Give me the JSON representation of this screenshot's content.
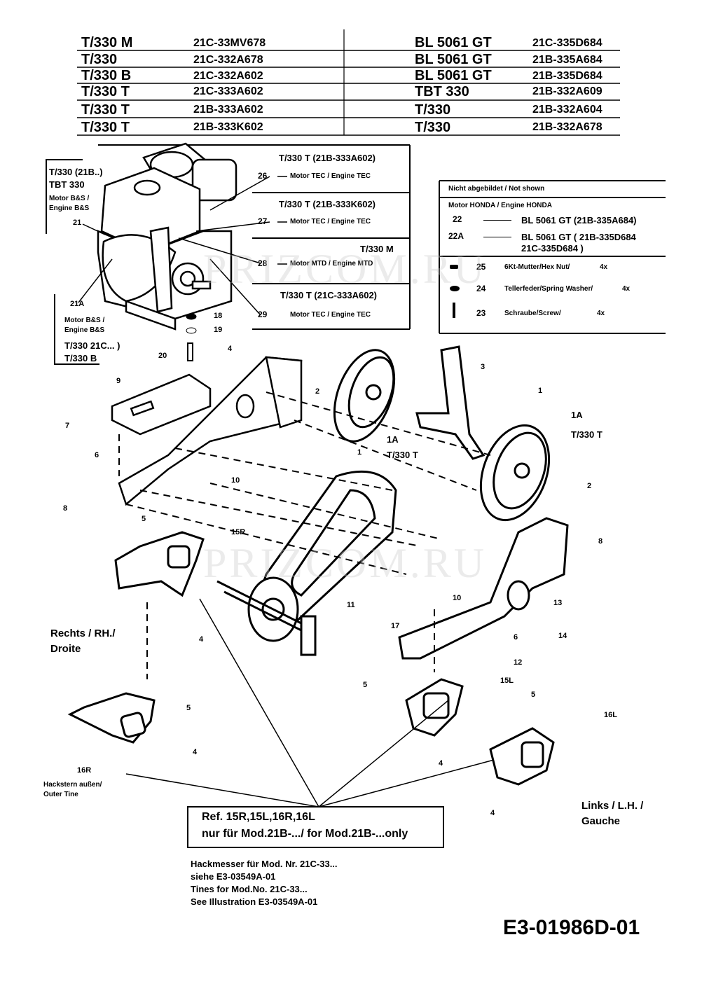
{
  "header_table": {
    "left": [
      {
        "model": "T/330 M",
        "part": "21C-33MV678"
      },
      {
        "model": "T/330",
        "part": "21C-332A678"
      },
      {
        "model": "T/330 B",
        "part": "21C-332A602"
      },
      {
        "model": "T/330 T",
        "part": "21C-333A602"
      },
      {
        "model": "T/330 T",
        "part": "21B-333A602"
      },
      {
        "model": "T/330 T",
        "part": "21B-333K602"
      }
    ],
    "right": [
      {
        "model": "BL 5061 GT",
        "part": "21C-335D684"
      },
      {
        "model": "BL 5061 GT",
        "part": "21B-335A684"
      },
      {
        "model": "BL 5061 GT",
        "part": "21B-335D684"
      },
      {
        "model": "TBT 330",
        "part": "21B-332A609"
      },
      {
        "model": "T/330",
        "part": "21B-332A604"
      },
      {
        "model": "T/330",
        "part": "21B-332A678"
      }
    ]
  },
  "engine_box_left": {
    "line1": "T/330 (21B..)",
    "line2": "TBT 330",
    "line3": "Motor B&S /",
    "line4": "Engine B&S"
  },
  "engine_box_bottom": {
    "line1": "Motor B&S /",
    "line2": "Engine B&S",
    "line3": "T/330 21C... )",
    "line4": "T/330 B"
  },
  "engine_table": {
    "rows": [
      {
        "model": "T/330 T  (21B-333A602)",
        "num": "26",
        "text": "Motor TEC / Engine TEC"
      },
      {
        "model": "T/330 T  (21B-333K602)",
        "num": "27",
        "text": "Motor TEC / Engine TEC"
      },
      {
        "model": "T/330 M",
        "num": "28",
        "text": "Motor MTD / Engine MTD"
      },
      {
        "model": "T/330 T  (21C-333A602)",
        "num": "29",
        "text": "Motor TEC / Engine TEC"
      }
    ]
  },
  "not_shown": {
    "title": "Nicht abgebildet / Not shown",
    "subtitle": "Motor HONDA / Engine HONDA",
    "honda": [
      {
        "num": "22",
        "text": "BL 5061 GT (21B-335A684)"
      },
      {
        "num": "22A",
        "text": "BL 5061 GT ( 21B-335D684"
      },
      {
        "num": "",
        "text": "21C-335D684 )"
      }
    ],
    "hardware": [
      {
        "num": "25",
        "text": "6Kt-Mutter/Hex Nut/",
        "qty": "4x"
      },
      {
        "num": "24",
        "text": "Tellerfeder/Spring Washer/",
        "qty": "4x"
      },
      {
        "num": "23",
        "text": "Schraube/Screw/",
        "qty": "4x"
      }
    ]
  },
  "callouts": {
    "c21": "21",
    "c21a": "21A",
    "c18": "18",
    "c19": "19",
    "c20": "20",
    "c4a": "4",
    "c9": "9",
    "c7": "7",
    "c6a": "6",
    "c8a": "8",
    "c10a": "10",
    "c5a": "5",
    "c15r": "15R",
    "c2a": "2",
    "c1a": "1",
    "c1A_a": "1A",
    "t330t_a": "T/330 T",
    "c3": "3",
    "c1b": "1",
    "c1A_b": "1A",
    "t330t_b": "T/330 T",
    "c2b": "2",
    "c8b": "8",
    "c11": "11",
    "c10b": "10",
    "c13": "13",
    "c14": "14",
    "c6b": "6",
    "c12": "12",
    "c17": "17",
    "c5b": "5",
    "c15l": "15L",
    "c4b": "4",
    "c5c": "5",
    "c4c": "4",
    "c16r": "16R",
    "c4d": "4",
    "c5d": "5",
    "c16l": "16L",
    "c4e": "4"
  },
  "labels": {
    "right_side": "Rechts / RH./",
    "right_side2": "Droite",
    "outer_tine1": "Hackstern außen/",
    "outer_tine2": "Outer Tine",
    "left_side": "Links / L.H. /",
    "left_side2": "Gauche"
  },
  "ref_box": {
    "line1": "Ref. 15R,15L,16R,16L",
    "line2": "nur für Mod.21B-.../ for Mod.21B-...only"
  },
  "tines_note": {
    "line1": "Hackmesser für Mod. Nr.   21C-33...",
    "line2": "siehe E3-03549A-01",
    "line3": "Tines for Mod.No.  21C-33...",
    "line4": "See  Illustration E3-03549A-01"
  },
  "drawing_number": "E3-01986D-01",
  "watermark": "PRIZCOM.RU"
}
